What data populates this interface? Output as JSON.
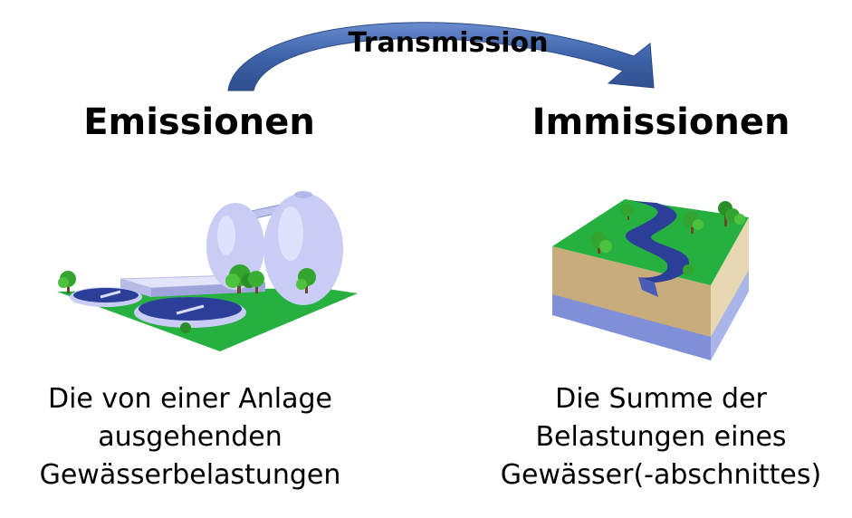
{
  "diagram": {
    "transmission_label": "Transmission",
    "left": {
      "heading": "Emissionen",
      "description_lines": [
        "Die von einer Anlage",
        "ausgehenden",
        "Gewässerbelastungen"
      ],
      "illustration": "wastewater-treatment-plant-icon"
    },
    "right": {
      "heading": "Immissionen",
      "description_lines": [
        "Die Summe der",
        "Belastungen eines",
        "Gewässer(-abschnittes)"
      ],
      "illustration": "river-landscape-block-icon"
    },
    "colors": {
      "arrow": "#3e63a8",
      "ground_green": "#26b040",
      "water_blue": "#2b3f99",
      "tank_lavender": "#c9cdf5",
      "soil": "#c8ac7c",
      "aquifer": "#7f8fd8",
      "tree_green": "#33a42f"
    }
  }
}
